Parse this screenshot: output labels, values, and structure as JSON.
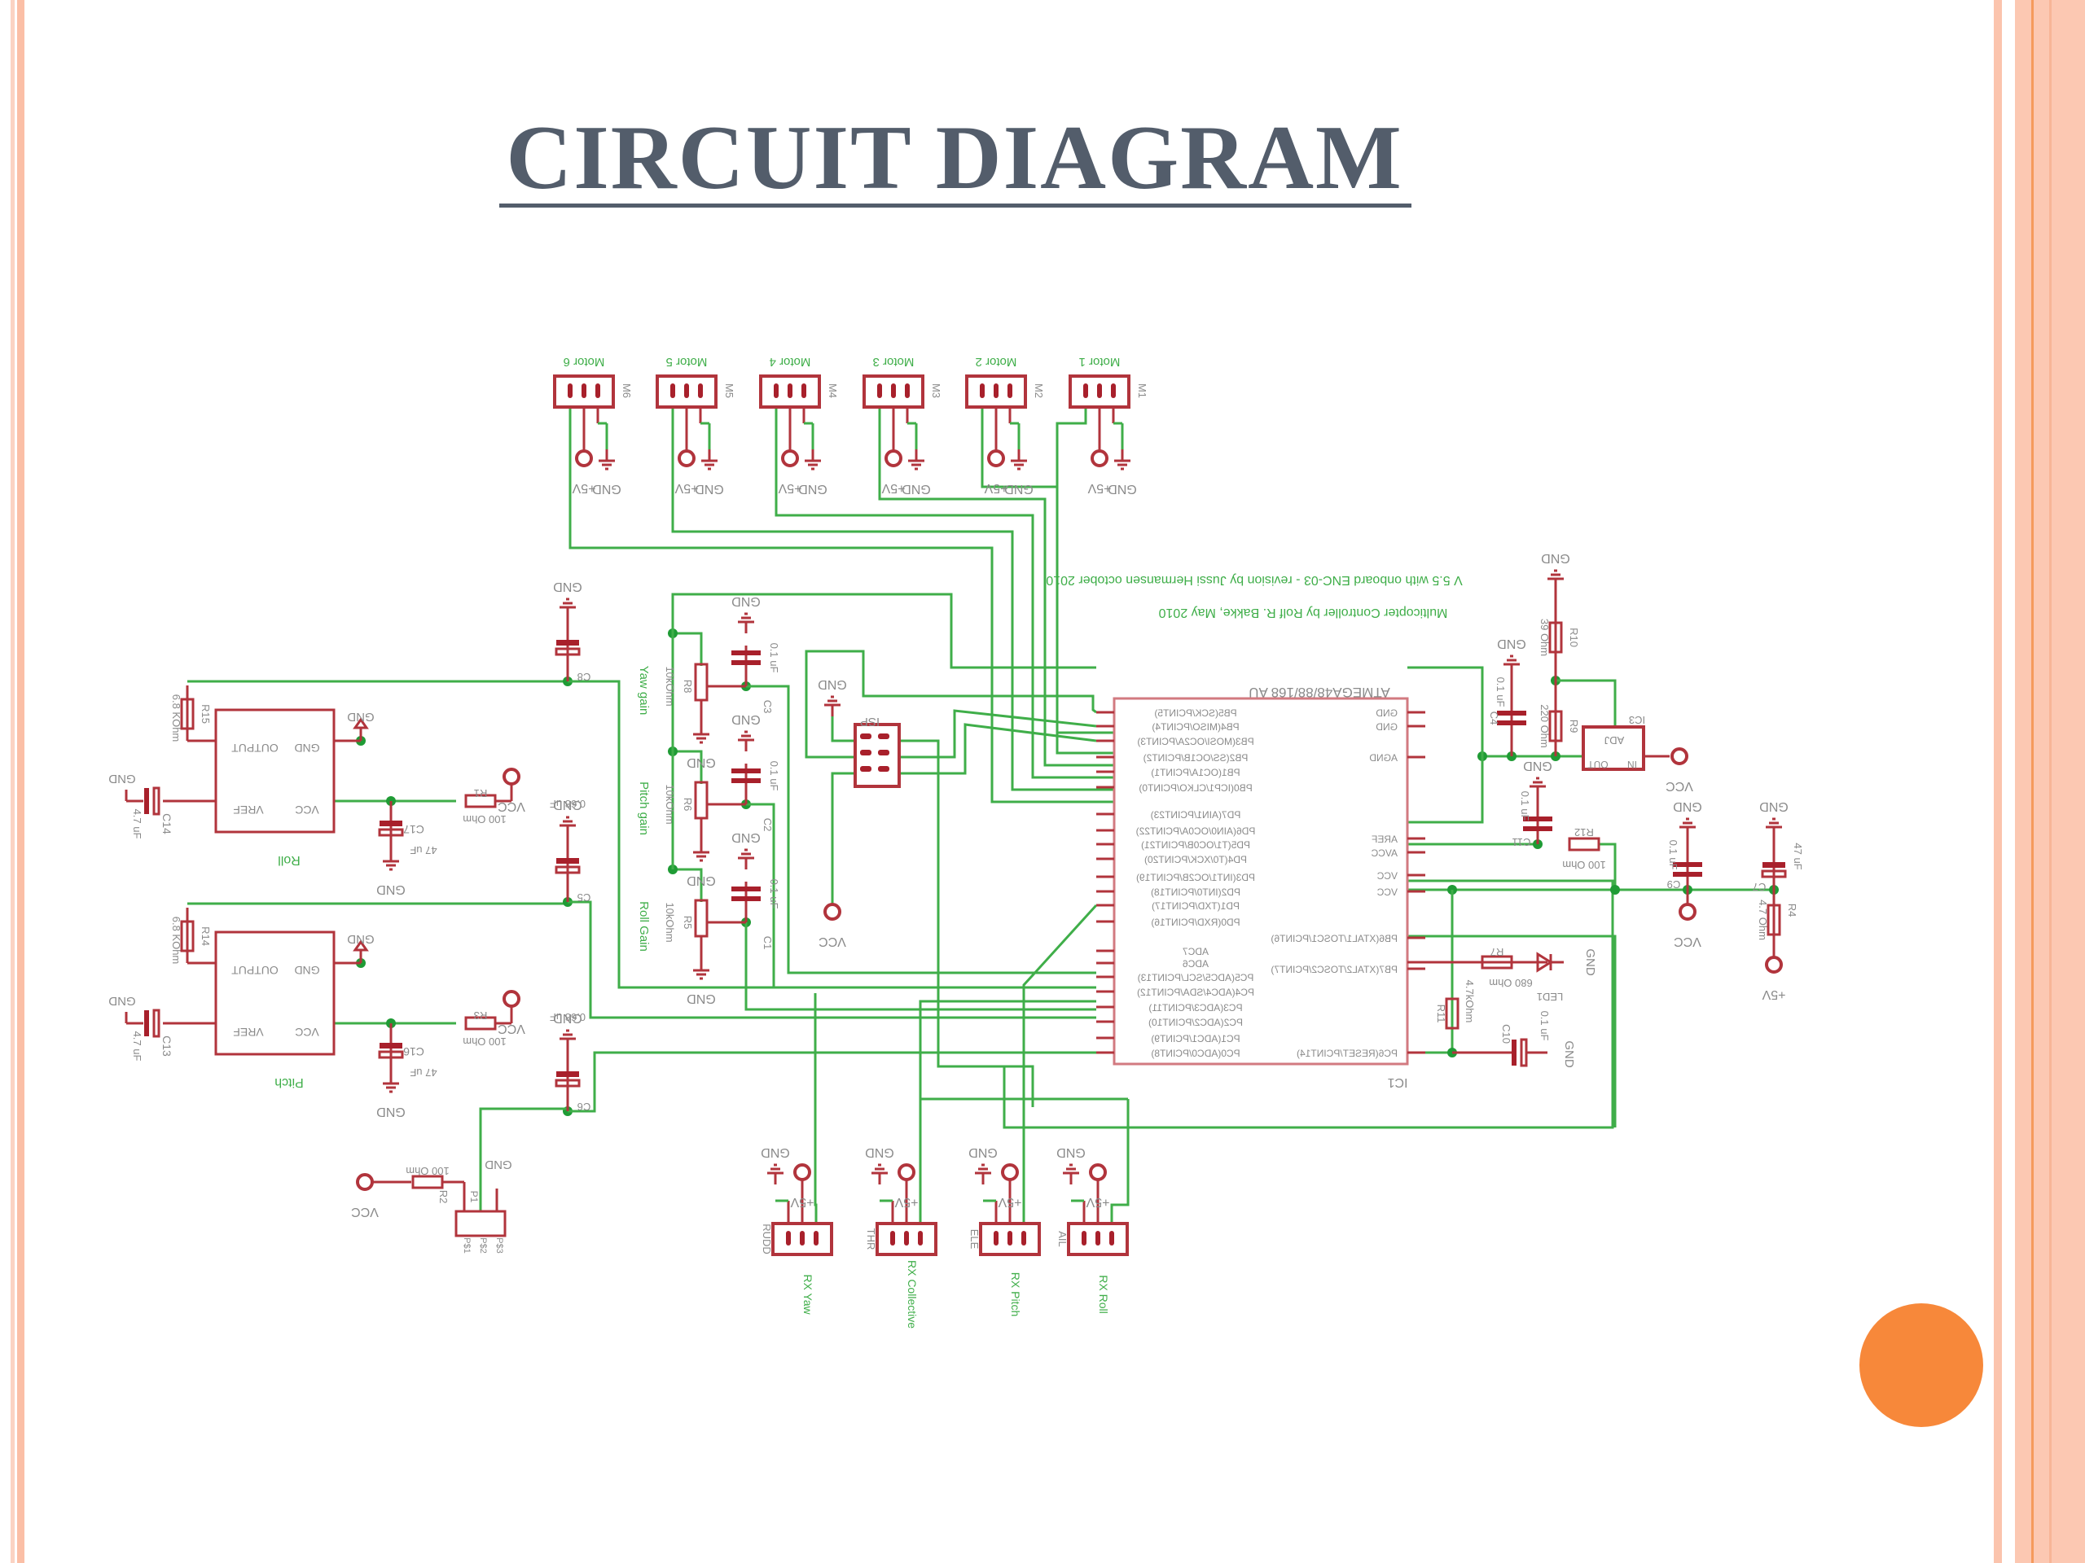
{
  "slide": {
    "title": "CIRCUIT DIAGRAM",
    "colors": {
      "title": "#535d6b",
      "accent_dot": "#f7883a",
      "border": "#fbc4ad",
      "wire": "#3fae49",
      "component": "#b1343c"
    }
  },
  "schematic": {
    "notes": [
      "V 5.5 with onboard ENC-03 - revision by Jussi Hermansen october 2010",
      "Multicopter Controller by Rolf R. Bakke, May 2010"
    ],
    "mcu": {
      "ref": "IC1",
      "part": "ATMEGA48/88/168 AU",
      "left_pins": [
        "PB5(SCK/PCINT5)",
        "PB4(MISO/PCINT4)",
        "PB3(MOSI/OC2A/PCINT3)",
        "PB2(SS/OC1B/PCINT2)",
        "PB1(OC1A/PCINT1)",
        "PB0(ICP1/CLKO/PCINT0)",
        "PD7(AIN1/PCINT23)",
        "PD6(AIN0/OC0A/PCINT22)",
        "PD5(T1/OC0B/PCINT21)",
        "PD4(T0/XCK/PCINT20)",
        "PD3(INT1/OC2B/PCINT19)",
        "PD2(INT0/PCINT18)",
        "PD1(TXD/PCINT17)",
        "PD0(RXD/PCINT16)",
        "ADC7",
        "ADC6",
        "PC5(ADC5/SCL/PCINT13)",
        "PC4(ADC4/SDA/PCINT12)",
        "PC3(ADC3/PCINT11)",
        "PC2(ADC2/PCINT10)",
        "PC1(ADC1/PCINT9)",
        "PC0(ADC0/PCINT8)"
      ],
      "right_pins": [
        "GND",
        "GND",
        "AGND",
        "AREF",
        "AVCC",
        "VCC",
        "VCC",
        "PB6(XTAL1/TOSC1/PCINT6)",
        "PB7(XTAL2/TOSC2/PCINT7)",
        "PC6(RESET/PCINT14)"
      ]
    },
    "motors": [
      {
        "label": "Motor 6",
        "ref": "M6"
      },
      {
        "label": "Motor 5",
        "ref": "M5"
      },
      {
        "label": "Motor 4",
        "ref": "M4"
      },
      {
        "label": "Motor 3",
        "ref": "M3"
      },
      {
        "label": "Motor 2",
        "ref": "M2"
      },
      {
        "label": "Motor 1",
        "ref": "M1"
      }
    ],
    "receivers": [
      {
        "label": "RX Yaw",
        "channel": "RUDD"
      },
      {
        "label": "RX Collective",
        "channel": "THR"
      },
      {
        "label": "RX Pitch",
        "channel": "ELE"
      },
      {
        "label": "RX Roll",
        "channel": "AIL"
      }
    ],
    "gyros": [
      {
        "name": "Roll",
        "pins": [
          "OUTPUT",
          "GND",
          "VREF",
          "VCC"
        ],
        "r_out": "R15",
        "r_out_val": "6.8 KOhm",
        "c_vref": "C14",
        "c_vref_val": "4.7 uF",
        "c_vcc": "C17",
        "c_vcc_val": "47 uF",
        "r_vcc": "R1",
        "r_vcc_val": "100 Ohm"
      },
      {
        "name": "Pitch",
        "pins": [
          "OUTPUT",
          "GND",
          "VREF",
          "VCC"
        ],
        "r_out": "R14",
        "r_out_val": "6.8 KOhm",
        "c_vref": "C13",
        "c_vref_val": "4.7 uF",
        "c_vcc": "C16",
        "c_vcc_val": "47 uF",
        "r_vcc": "R3",
        "r_vcc_val": "100 Ohm"
      }
    ],
    "pots": [
      {
        "name": "Yaw gain",
        "ref": "R8",
        "val": "10kOhm",
        "cap": "C3",
        "cap_val": "0.1 uF"
      },
      {
        "name": "Pitch gain",
        "ref": "R6",
        "val": "10kOhm",
        "cap": "C2",
        "cap_val": "0.1 uF"
      },
      {
        "name": "Roll Gain",
        "ref": "R5",
        "val": "10kOhm",
        "cap": "C1",
        "cap_val": "0.1 uF"
      }
    ],
    "filter_caps": [
      {
        "ref": "C8",
        "val": "0.68 uF"
      },
      {
        "ref": "C5",
        "val": "0.68 uF"
      },
      {
        "ref": "C6",
        "val": "0.68 uF"
      }
    ],
    "isp": {
      "ref": "ISP"
    },
    "regulator": {
      "ref": "IC3",
      "part": "ADJ",
      "pins": [
        "OUT",
        "IN"
      ],
      "r_top": "R10",
      "r_top_val": "39 Ohm",
      "r_bot": "R9",
      "r_bot_val": "220 Ohm",
      "cap": "C4",
      "cap_val": "0.1 uF"
    },
    "power": {
      "avcc_r": "R12",
      "avcc_r_val": "100 Ohm",
      "avcc_c": "C11",
      "avcc_c_val": "0.1 uF",
      "vcc_c": "C9",
      "vcc_c_val": "0.1 uF",
      "bulk_c": "C7",
      "bulk_c_val": "47 uF",
      "r4": "R4",
      "r4_val": "4.7 Ohm",
      "led_r": "R7",
      "led_r_val": "680 Ohm",
      "led": "LED1",
      "reset_r": "R11",
      "reset_r_val": "4.7kOhm",
      "reset_c": "C10",
      "reset_c_val": "0.1 uF"
    },
    "config": {
      "ref": "P1",
      "r": "R2",
      "r_val": "100 Ohm",
      "pins": [
        "P$1",
        "P$2",
        "P$3"
      ]
    },
    "net_labels": {
      "gnd": "GND",
      "vcc": "VCC",
      "p5v": "+5V"
    }
  }
}
